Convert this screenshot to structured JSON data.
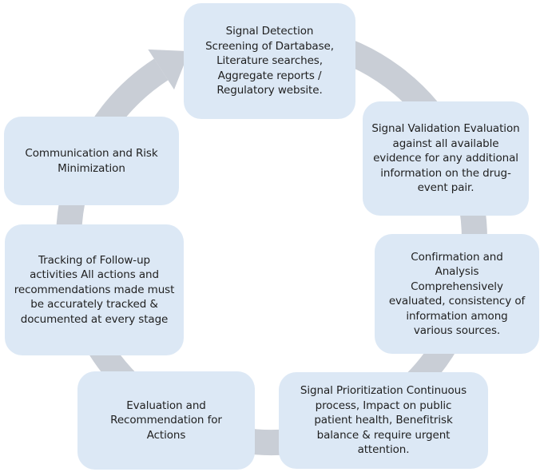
{
  "diagram": {
    "type": "cycle",
    "title": "",
    "colors": {
      "box_fill": "#dce8f5",
      "ring": "#c9ced6",
      "text": "#1f1f1f"
    },
    "steps": [
      {
        "id": "signal-detection",
        "text": "Signal Detection Screening of Dartabase, Literature searches, Aggregate reports / Regulatory website."
      },
      {
        "id": "signal-validation",
        "text": "Signal Validation Evaluation against all available evidence for any additional information on the drug-event pair."
      },
      {
        "id": "confirmation-analysis",
        "text": "Confirmation and Analysis Comprehensively evaluated, consistency of information among various sources."
      },
      {
        "id": "signal-prioritization",
        "text": "Signal Prioritization Continuous process, Impact on public patient health, Benefitrisk balance & require urgent attention."
      },
      {
        "id": "evaluation-recommendation",
        "text": "Evaluation and Recommendation for Actions"
      },
      {
        "id": "tracking-follow-up",
        "text": "Tracking of Follow-up activities All actions and recommendations made must be accurately tracked & documented at every stage"
      },
      {
        "id": "communication-risk",
        "text": "Communication and Risk Minimization"
      }
    ],
    "flow_direction": "clockwise"
  }
}
